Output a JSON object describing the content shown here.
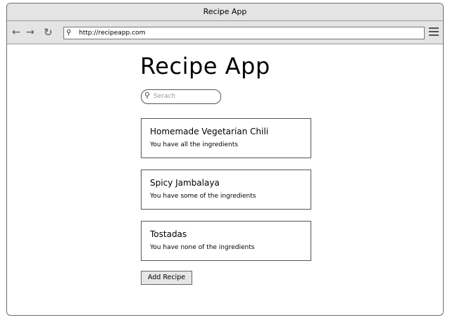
{
  "window": {
    "title": "Recipe App"
  },
  "toolbar": {
    "back_icon": "←",
    "forward_icon": "→",
    "reload_icon": "↻",
    "url": "http://recipeapp.com",
    "search_icon": "⚲"
  },
  "main": {
    "title": "Recipe App",
    "search": {
      "placeholder": "Serach",
      "value": ""
    },
    "recipes": [
      {
        "name": "Homemade Vegetarian Chili",
        "status": "You have all the ingredients"
      },
      {
        "name": "Spicy Jambalaya",
        "status": "You have some of the ingredients"
      },
      {
        "name": "Tostadas",
        "status": "You have none of the ingredients"
      }
    ],
    "add_button_label": "Add Recipe"
  },
  "colors": {
    "chrome": "#e4e4e4",
    "border": "#555555",
    "button": "#e6e6e6"
  }
}
